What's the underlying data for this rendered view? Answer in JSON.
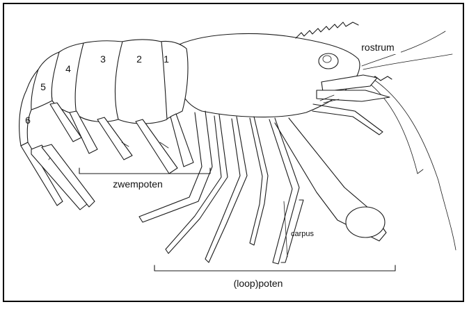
{
  "figure": {
    "segment_numbers": [
      "1",
      "2",
      "3",
      "4",
      "5",
      "6"
    ],
    "labels": {
      "rostrum": "rostrum",
      "swimming_legs": "zwempoten",
      "walking_legs": "(loop)poten",
      "carpus": "carpus"
    }
  }
}
